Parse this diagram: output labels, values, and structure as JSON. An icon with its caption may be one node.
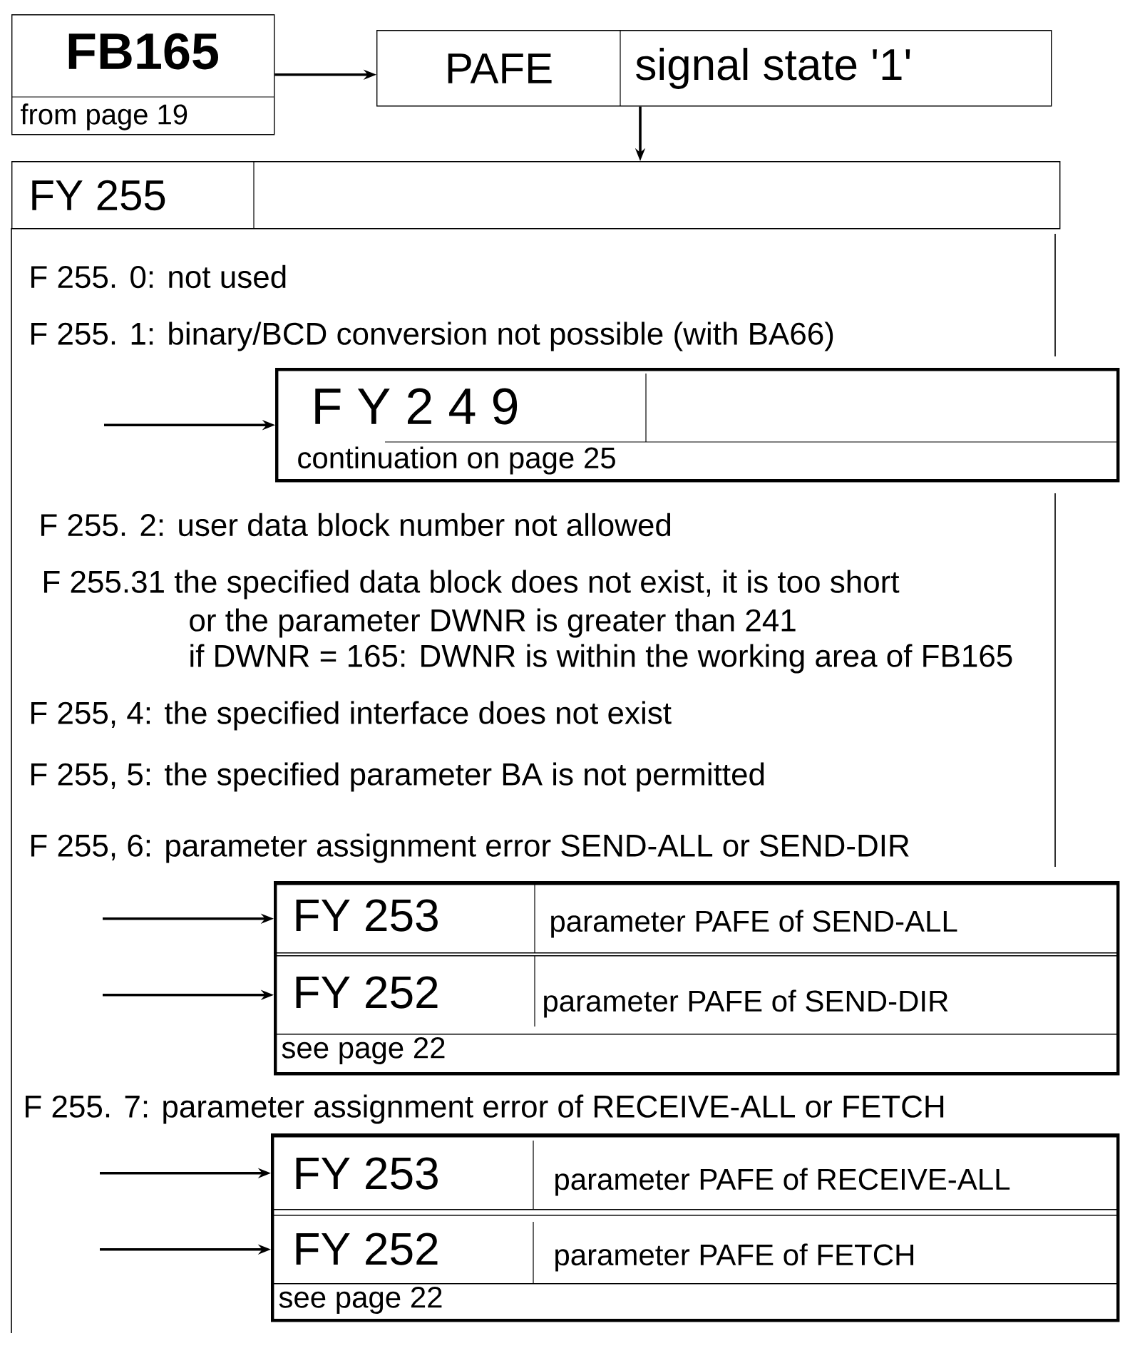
{
  "diagram": {
    "nodes": [
      {
        "text": [
          "FB165",
          "from page 19"
        ]
      },
      {
        "text": [
          "PAFE",
          "signal state '1'"
        ]
      },
      {
        "text": [
          "FY 255"
        ]
      },
      {
        "text": [
          "F Y 2 4 9",
          "continuation on page 25"
        ]
      },
      {
        "text": [
          "see page 22"
        ]
      },
      {
        "text": [
          "FY 253",
          "parameter PAFE of SEND-ALL"
        ],
        "in": 4
      },
      {
        "text": [
          "FY 252",
          "parameter PAFE of SEND-DIR"
        ],
        "in": 4
      },
      {
        "text": [
          "see page 22"
        ]
      },
      {
        "text": [
          "FY 253",
          "parameter PAFE of RECEIVE-ALL"
        ],
        "in": 7
      },
      {
        "text": [
          "FY 252",
          "parameter PAFE of FETCH"
        ],
        "in": 7
      }
    ],
    "edges": [
      {
        "from": 0,
        "to": 1,
        "arrow": "to"
      },
      {
        "from": 1,
        "to": 2,
        "arrow": "to"
      },
      {
        "from": null,
        "to": 3,
        "arrow": "to"
      },
      {
        "from": null,
        "to": 5,
        "arrow": "to"
      },
      {
        "from": null,
        "to": 6,
        "arrow": "to"
      },
      {
        "from": null,
        "to": 8,
        "arrow": "to"
      },
      {
        "from": null,
        "to": 9,
        "arrow": "to"
      }
    ],
    "labels": [
      "F 255. 0: not used",
      "F 255. 1: binary/BCD conversion not possible (with BA66)",
      "F 255. 2: user data block number not allowed",
      "F 255.31 the specified data block does not exist, it is too short",
      "or the parameter DWNR is greater than 241",
      "if DWNR = 165: DWNR is within the working area of FB165",
      "F 255, 4: the specified interface does not exist",
      "F 255, 5: the specified parameter BA is not permitted",
      "F 255, 6: parameter assignment error SEND-ALL or SEND-DIR",
      "F 255. 7: parameter assignment error of RECEIVE-ALL or FETCH"
    ]
  }
}
